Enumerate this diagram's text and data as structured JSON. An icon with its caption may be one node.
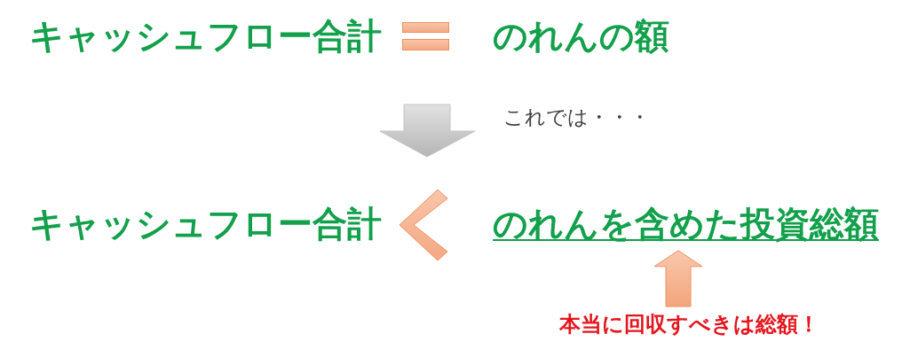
{
  "diagram": {
    "nodes": [
      {
        "text": [
          "キャッシュフロー合計"
        ]
      },
      {
        "text": [
          "のれんの額"
        ]
      },
      {
        "text": [
          "キャッシュフロー合計"
        ]
      },
      {
        "text": [
          "のれんを含めた投資総額"
        ]
      },
      {
        "text": [
          "本当に回収すべきは総額！"
        ]
      }
    ],
    "edges": [
      {
        "from": 4,
        "to": 3,
        "arrow": "to",
        "style": "thick"
      }
    ],
    "labels": [
      "これでは・・・"
    ]
  }
}
